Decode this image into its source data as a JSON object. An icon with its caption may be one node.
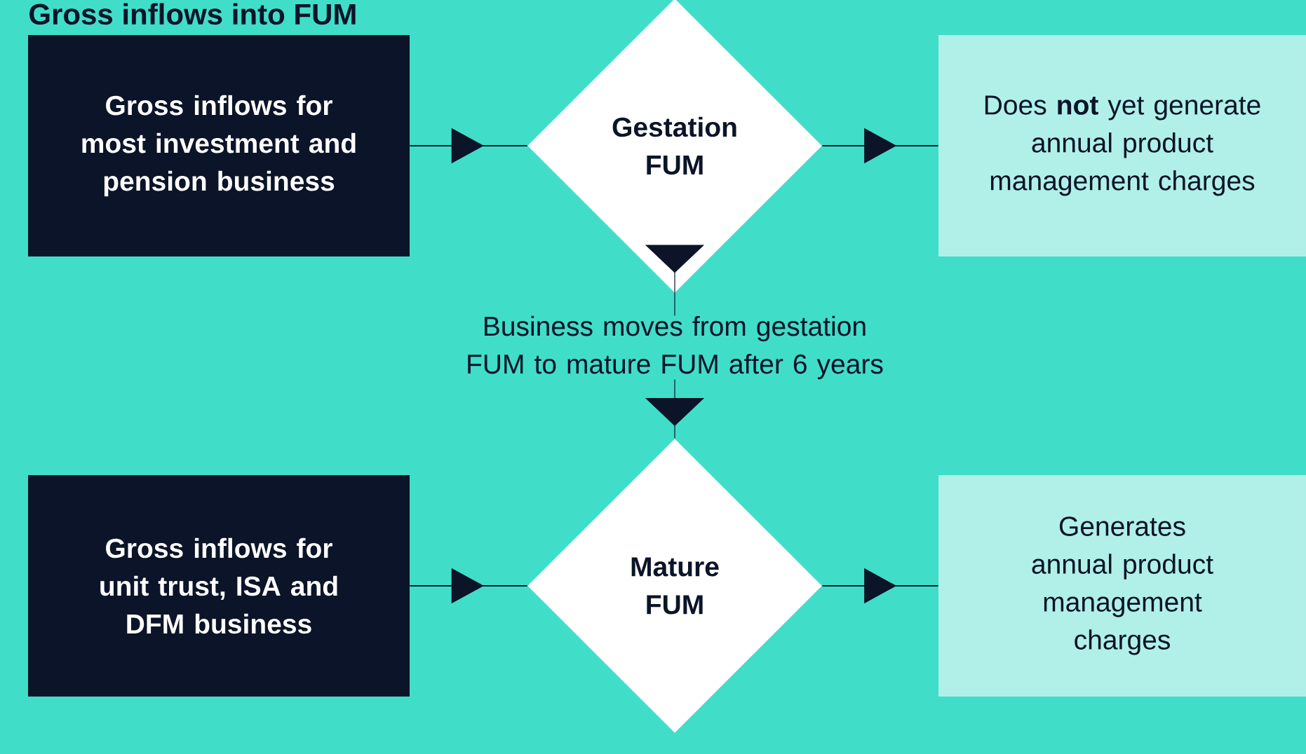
{
  "diagram": {
    "title": "Gross inflows into FUM",
    "nodes": [
      {
        "text": [
          "Gross inflows for most investment and pension business"
        ]
      },
      {
        "text": [
          "Gestation FUM"
        ]
      },
      {
        "text": [
          "Does **not** yet generate annual product management charges"
        ]
      },
      {
        "text": [
          "Business moves from gestation FUM to mature FUM after 6 years"
        ]
      },
      {
        "text": [
          "Gross inflows for unit trust, ISA and DFM business"
        ]
      },
      {
        "text": [
          "Mature FUM"
        ]
      },
      {
        "text": [
          "Generates annual product management charges"
        ]
      }
    ],
    "edges": [
      {
        "from": 0,
        "to": 1,
        "arrow": "to"
      },
      {
        "from": 1,
        "to": 2,
        "arrow": "to"
      },
      {
        "from": 1,
        "to": 3,
        "arrow": "to"
      },
      {
        "from": 3,
        "to": 5,
        "arrow": "to"
      },
      {
        "from": 4,
        "to": 5,
        "arrow": "to"
      },
      {
        "from": 5,
        "to": 6,
        "arrow": "to"
      }
    ]
  }
}
